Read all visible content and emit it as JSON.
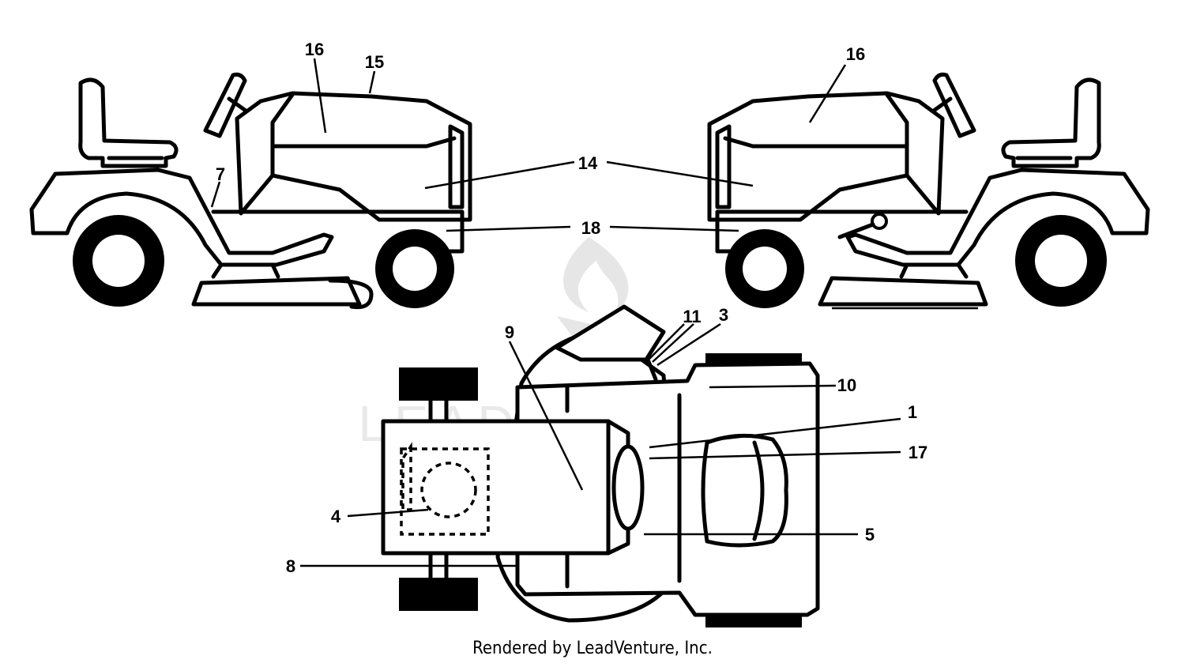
{
  "callouts": {
    "c16_left": "16",
    "c15": "15",
    "c7": "7",
    "c14": "14",
    "c18": "18",
    "c16_right": "16",
    "c9": "9",
    "c11": "11",
    "c3": "3",
    "c10": "10",
    "c1": "1",
    "c17": "17",
    "c4": "4",
    "c5": "5",
    "c8": "8"
  },
  "footer": "Rendered by LeadVenture, Inc.",
  "watermark": "LEADVENTURE",
  "colors": {
    "line": "#000000",
    "background": "#ffffff",
    "watermark": "#e9e9e9"
  }
}
